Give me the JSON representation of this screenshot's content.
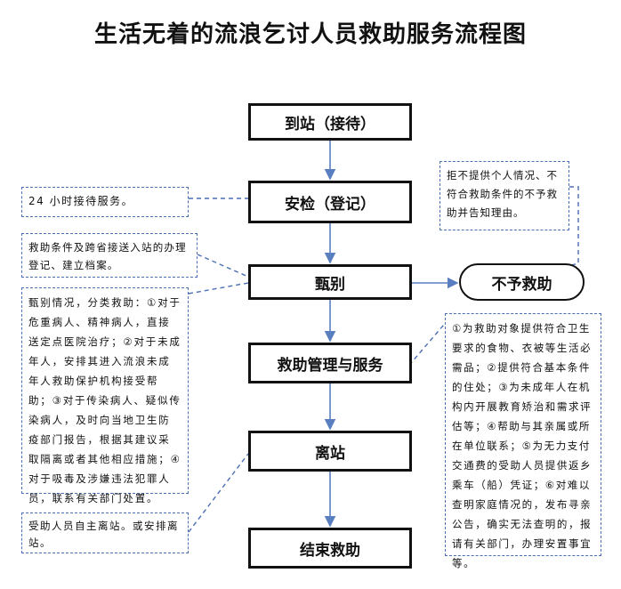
{
  "title": "生活无着的流浪乞讨人员救助服务流程图",
  "nodes": {
    "arrive": "到站（接待）",
    "security": "安检（登记）",
    "screen": "甄别",
    "manage": "救助管理与服务",
    "leave": "离站",
    "end": "结束救助",
    "reject": "不予救助"
  },
  "notes": {
    "reception": "24 小时接待服务。",
    "reject_reason": "拒不提供个人情况、不符合救助条件的不予救助并告知理由。",
    "transfer": "救助条件及跨省接送入站的办理登记、建立档案。",
    "screening": "甄别情况，分类救助：①对于危重病人、精神病人，直接送定点医院治疗；②对于未成年人，安排其进入流浪未成年人救助保护机构接受帮助；③对于传染病人、疑似传染病人，及时向当地卫生防疫部门报告，根据其建议采取隔离或者其他相应措施；④对于吸毒及涉嫌违法犯罪人员，联系有关部门处置。",
    "services": "①为救助对象提供符合卫生要求的食物、衣被等生活必需品；②提供符合基本条件的住处；③为未成年人在机构内开展教育矫治和需求评估等；④帮助与其亲属或所在单位联系；⑤为无力支付交通费的受助人员提供返乡乘车（船）凭证；⑥对难以查明家庭情况的，发布寻亲公告，确实无法查明的，报请有关部门，办理安置事宜等。",
    "departure": "受助人员自主离站。或安排离站。"
  },
  "colors": {
    "arrow": "#5a7fc0",
    "dash": "#4a6fb5",
    "border": "#111111"
  }
}
